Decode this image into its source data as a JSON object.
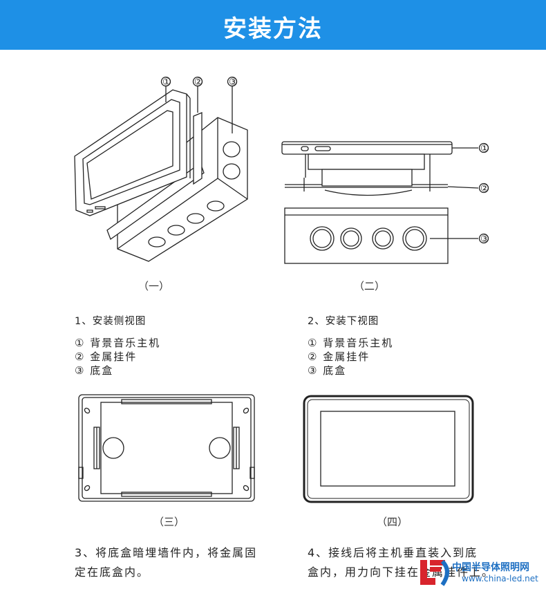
{
  "header": {
    "title": "安装方法"
  },
  "figures": {
    "fig1": {
      "caption": "（一）",
      "callouts": [
        "①",
        "②",
        "③"
      ]
    },
    "fig2": {
      "caption": "（二）",
      "callouts": [
        "①",
        "②",
        "③"
      ]
    },
    "fig3": {
      "caption": "（三）"
    },
    "fig4": {
      "caption": "（四）"
    }
  },
  "section1": {
    "title": "1、安装侧视图",
    "items": [
      "① 背景音乐主机",
      "② 金属挂件",
      "③ 底盒"
    ]
  },
  "section2": {
    "title": "2、安装下视图",
    "items": [
      "① 背景音乐主机",
      "② 金属挂件",
      "③ 底盒"
    ]
  },
  "step3": {
    "line1": "3、将底盒暗埋墙件内，将金属固",
    "line2": "定在底盒内。"
  },
  "step4": {
    "line1": "4、接线后将主机垂直装入到底",
    "line2": "盒内，用力向下挂在金属挂件上。"
  },
  "watermark": {
    "cn": "中国半导体照明网",
    "url": "www.china-led.net"
  },
  "colors": {
    "header_bg": "#1e90e6",
    "watermark_red": "#d8242c",
    "watermark_blue": "#1d6fc2"
  }
}
